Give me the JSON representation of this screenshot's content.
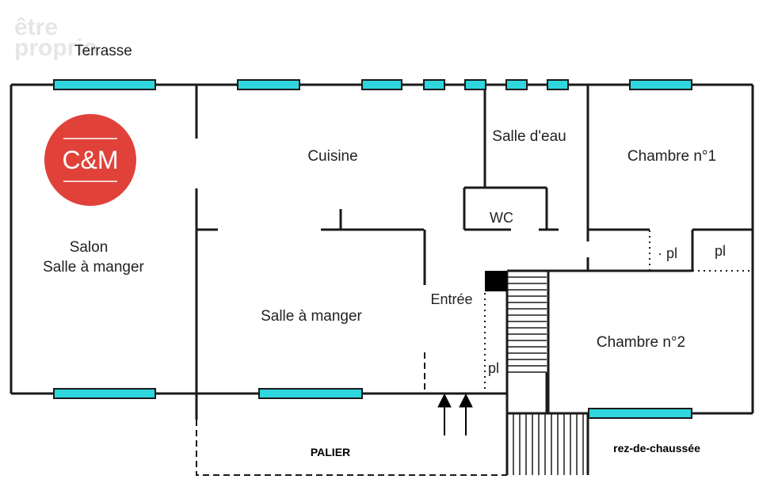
{
  "watermark": {
    "line1": "être",
    "line2": "proprio"
  },
  "logo": {
    "text": "C&M",
    "color": "#e0423a"
  },
  "colors": {
    "wall": "#1a1a1a",
    "window": "#2fd6de",
    "window_border": "#1a1a1a"
  },
  "labels": {
    "terrasse": "Terrasse",
    "cuisine": "Cuisine",
    "salle_eau": "Salle d'eau",
    "chambre1": "Chambre n°1",
    "wc": "WC",
    "pl_small": "· pl",
    "pl_right": "pl",
    "salon_line1": "Salon",
    "salon_line2": "Salle à manger",
    "entree": "Entrée",
    "salle_manger": "Salle à manger",
    "chambre2": "Chambre n°2",
    "pl_stairs": "pl",
    "palier": "PALIER",
    "rez": "rez-de-chaussée"
  }
}
